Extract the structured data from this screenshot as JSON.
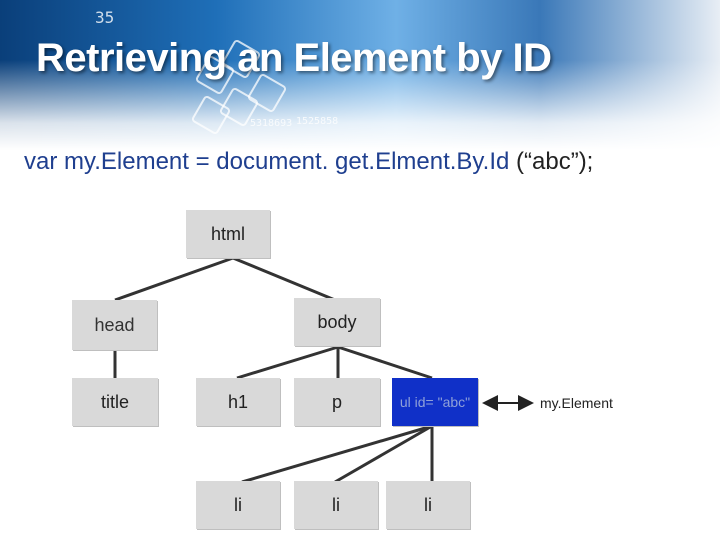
{
  "slide": {
    "title": "Retrieving an Element by ID"
  },
  "code": {
    "var_kw": "var",
    "var_name": "my.Element",
    "equals": "=",
    "call": "document. get.Elment.By.Id",
    "args": "(“abc”);"
  },
  "tree": {
    "html": "html",
    "head": "head",
    "body": "body",
    "title": "title",
    "h1": "h1",
    "p": "p",
    "ul": "ul id= \"abc\"",
    "li_1": "li",
    "li_2": "li",
    "li_3": "li"
  },
  "pointer_label": "my.Element",
  "colors": {
    "selected_node": "#1030c8",
    "node": "#d9d9d9",
    "code_blue": "#1f3f8f"
  }
}
